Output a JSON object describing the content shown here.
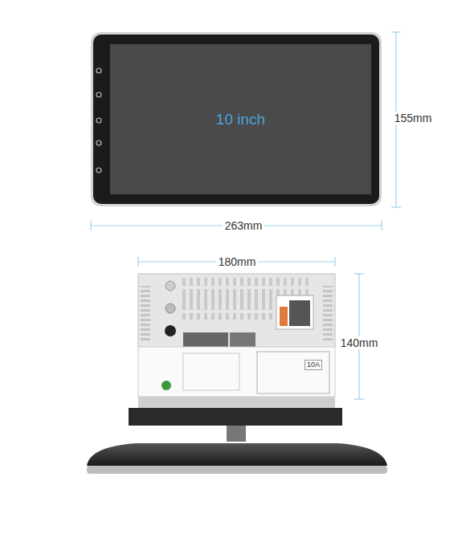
{
  "diagram": {
    "nodes": [
      {
        "text": [
          "10 inch"
        ]
      }
    ],
    "labels": [
      "155mm",
      "263mm",
      "180mm",
      "140mm",
      "10A"
    ]
  }
}
